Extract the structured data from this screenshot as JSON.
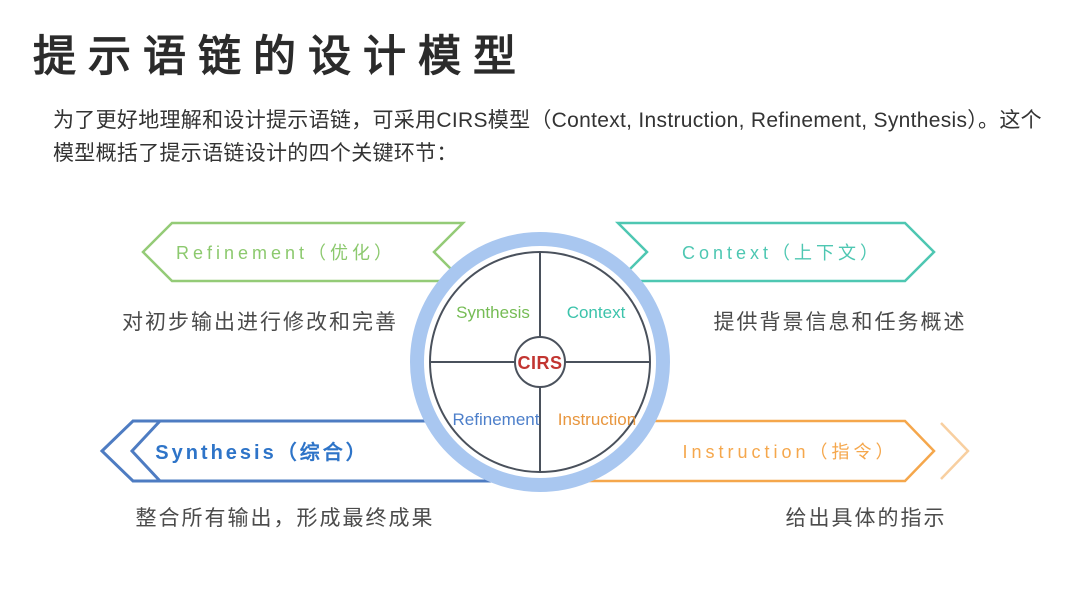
{
  "title": "提示语链的设计模型",
  "intro": {
    "lines": {
      "l1": "为了更好地理解和设计提示语链，可采用CIRS模型（Context, Instruction, Refinement, Synthesis）。这个",
      "l2": "模型概括了提示语链设计的四个关键环节："
    }
  },
  "diagram": {
    "center_label": "CIRS",
    "center_color": "#c23531",
    "ring_color": "#a9c7f0",
    "line_color": "#4a515c",
    "quadrants": {
      "synthesis": {
        "label": "Synthesis",
        "color": "#76bc55"
      },
      "context": {
        "label": "Context",
        "color": "#3cc3ab"
      },
      "refinement": {
        "label": "Refinement",
        "color": "#4d7fca"
      },
      "instruction": {
        "label": "Instruction",
        "color": "#e8963e"
      }
    },
    "banners": {
      "refinement": {
        "label": "Refinement（优化）",
        "color": "#94cb77",
        "text_color": "#8cc96e",
        "desc": "对初步输出进行修改和完善"
      },
      "context": {
        "label": "Context（上下文）",
        "color": "#4ec7b2",
        "text_color": "#4ec7b2",
        "desc": "提供背景信息和任务概述"
      },
      "synthesis": {
        "label": "Synthesis（综合）",
        "color": "#4e7cc2",
        "text_color": "#2e74c8",
        "desc": "整合所有输出，形成最终成果"
      },
      "instruction": {
        "label": "Instruction（指令）",
        "color": "#f5a74c",
        "text_color": "#f5a74c",
        "accent_color": "#f8cfa0",
        "desc": "给出具体的指示"
      }
    }
  }
}
